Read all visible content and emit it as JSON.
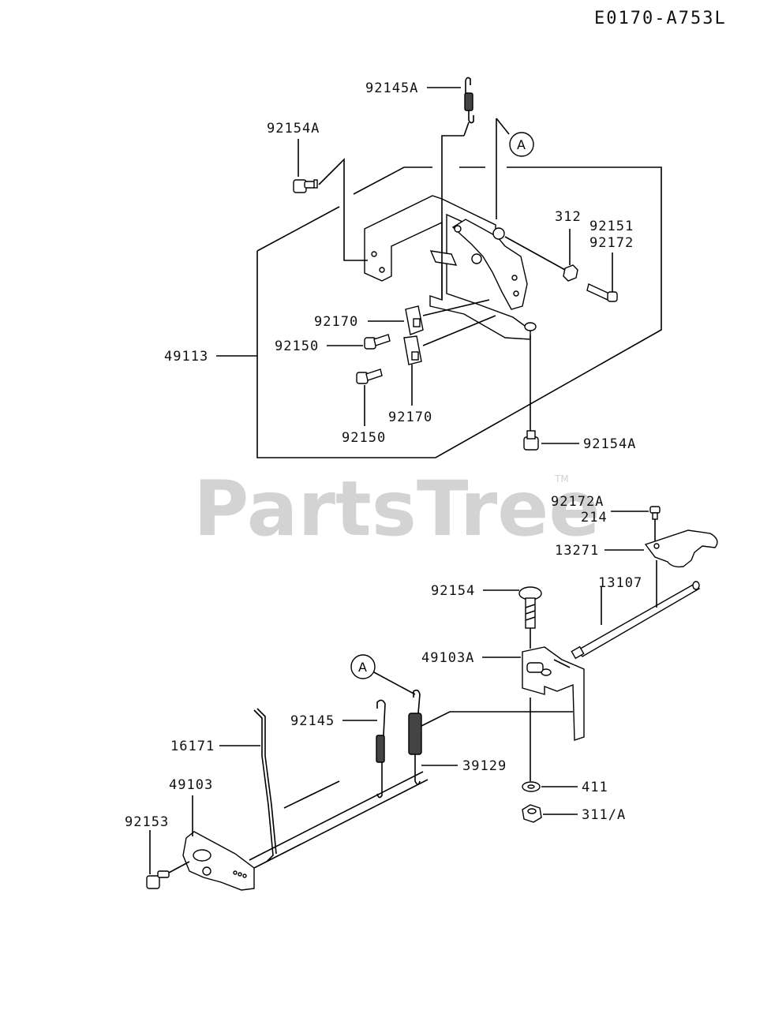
{
  "diagram_code": "E0170-A753L",
  "watermark": "PartsTree",
  "watermark_tm": "TM",
  "callout_letter": "A",
  "part_numbers": {
    "p92145A": "92145A",
    "p92154A_top": "92154A",
    "p312": "312",
    "p92151": "92151",
    "p92172": "92172",
    "p92170_a": "92170",
    "p92150_a": "92150",
    "p49113": "49113",
    "p92150_b": "92150",
    "p92170_b": "92170",
    "p92154A_bot": "92154A",
    "p92172A": "92172A",
    "p214": "214",
    "p13271": "13271",
    "p92154": "92154",
    "p13107": "13107",
    "p49103A": "49103A",
    "p92145": "92145",
    "p16171": "16171",
    "p39129": "39129",
    "p49103": "49103",
    "p411": "411",
    "p92153": "92153",
    "p311A": "311/A"
  }
}
